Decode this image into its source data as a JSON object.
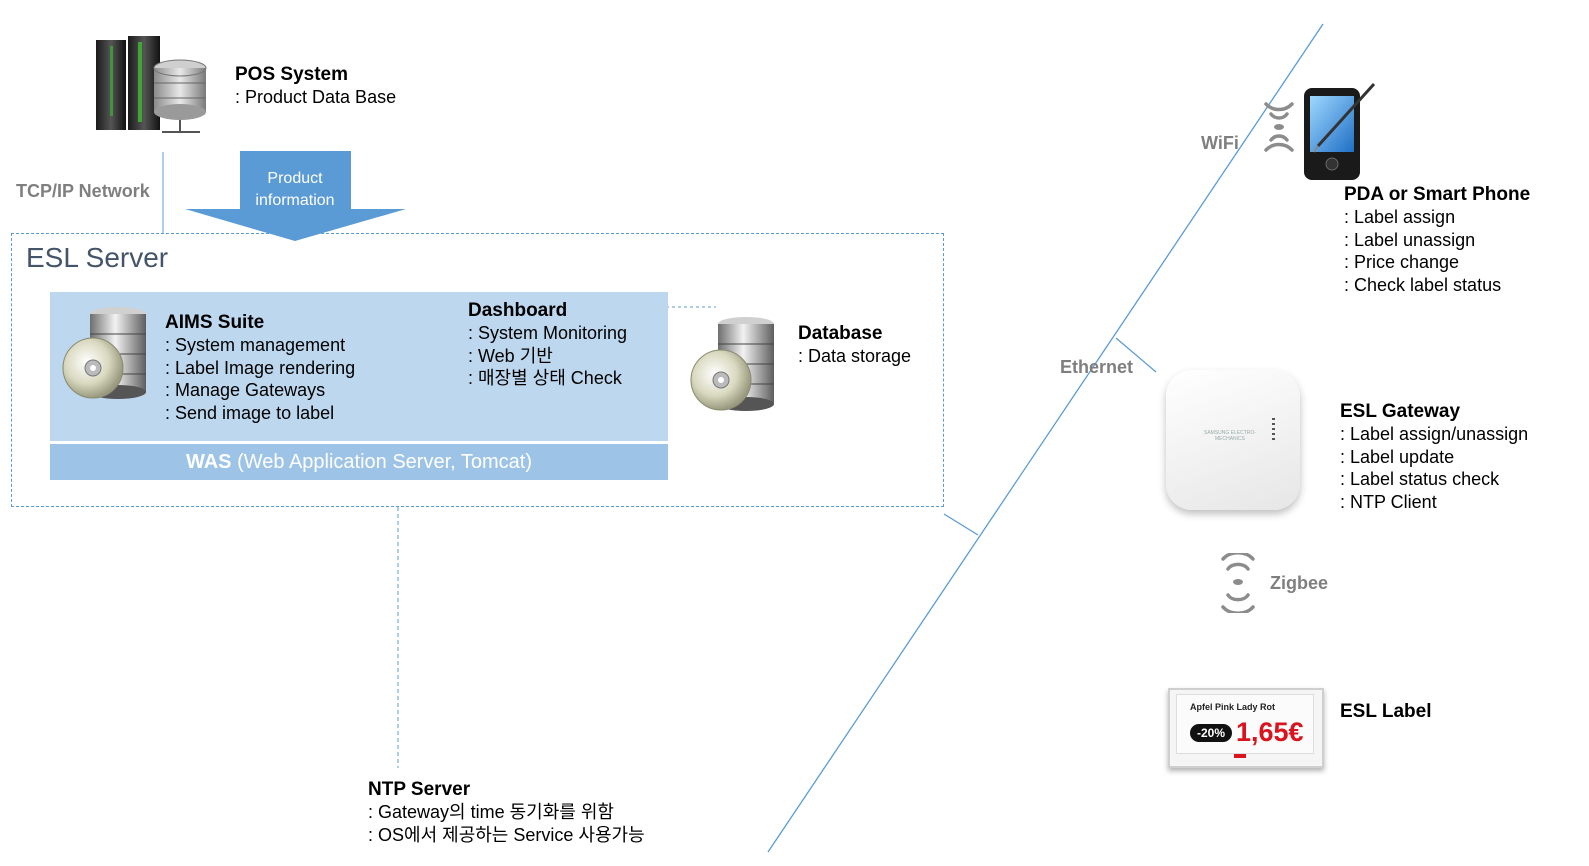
{
  "pos": {
    "title": "POS System",
    "lines": [
      ": Product  Data Base"
    ]
  },
  "network": {
    "tcpip": "TCP/IP Network",
    "wifi": "WiFi",
    "ethernet": "Ethernet",
    "zigbee": "Zigbee"
  },
  "product_arrow": {
    "line1": "Product",
    "line2": "information"
  },
  "esl_server": {
    "title": "ESL Server",
    "was": {
      "bold": "WAS",
      "rest": " (Web Application Server, Tomcat)"
    }
  },
  "aims": {
    "title": "AIMS Suite",
    "lines": [
      ": System management",
      ": Label Image rendering",
      ": Manage Gateways",
      ": Send image to label"
    ]
  },
  "dashboard": {
    "title": "Dashboard",
    "lines": [
      ": System Monitoring",
      ": Web 기반",
      ": 매장별 상태 Check"
    ]
  },
  "database": {
    "title": "Database",
    "lines": [
      ": Data storage"
    ]
  },
  "ntp": {
    "title": "NTP Server",
    "lines": [
      ": Gateway의 time 동기화를 위함",
      ": OS에서 제공하는 Service 사용가능"
    ]
  },
  "pda": {
    "title": "PDA or Smart Phone",
    "lines": [
      ": Label assign",
      ": Label unassign",
      ": Price change",
      ": Check label status"
    ]
  },
  "gateway": {
    "title": "ESL Gateway",
    "lines": [
      ": Label assign/unassign",
      ": Label update",
      ": Label status check",
      ": NTP Client"
    ],
    "device_text": "SAMSUNG ELECTRO-MECHANICS"
  },
  "esl_label": {
    "title": "ESL Label",
    "product_name": "Apfel Pink Lady Rot",
    "discount": "-20%",
    "price": "1,65€"
  },
  "colors": {
    "accent": "#5b9bd5",
    "panel": "#bdd7ee",
    "was": "#9dc3e6",
    "price_red": "#d9141f"
  }
}
